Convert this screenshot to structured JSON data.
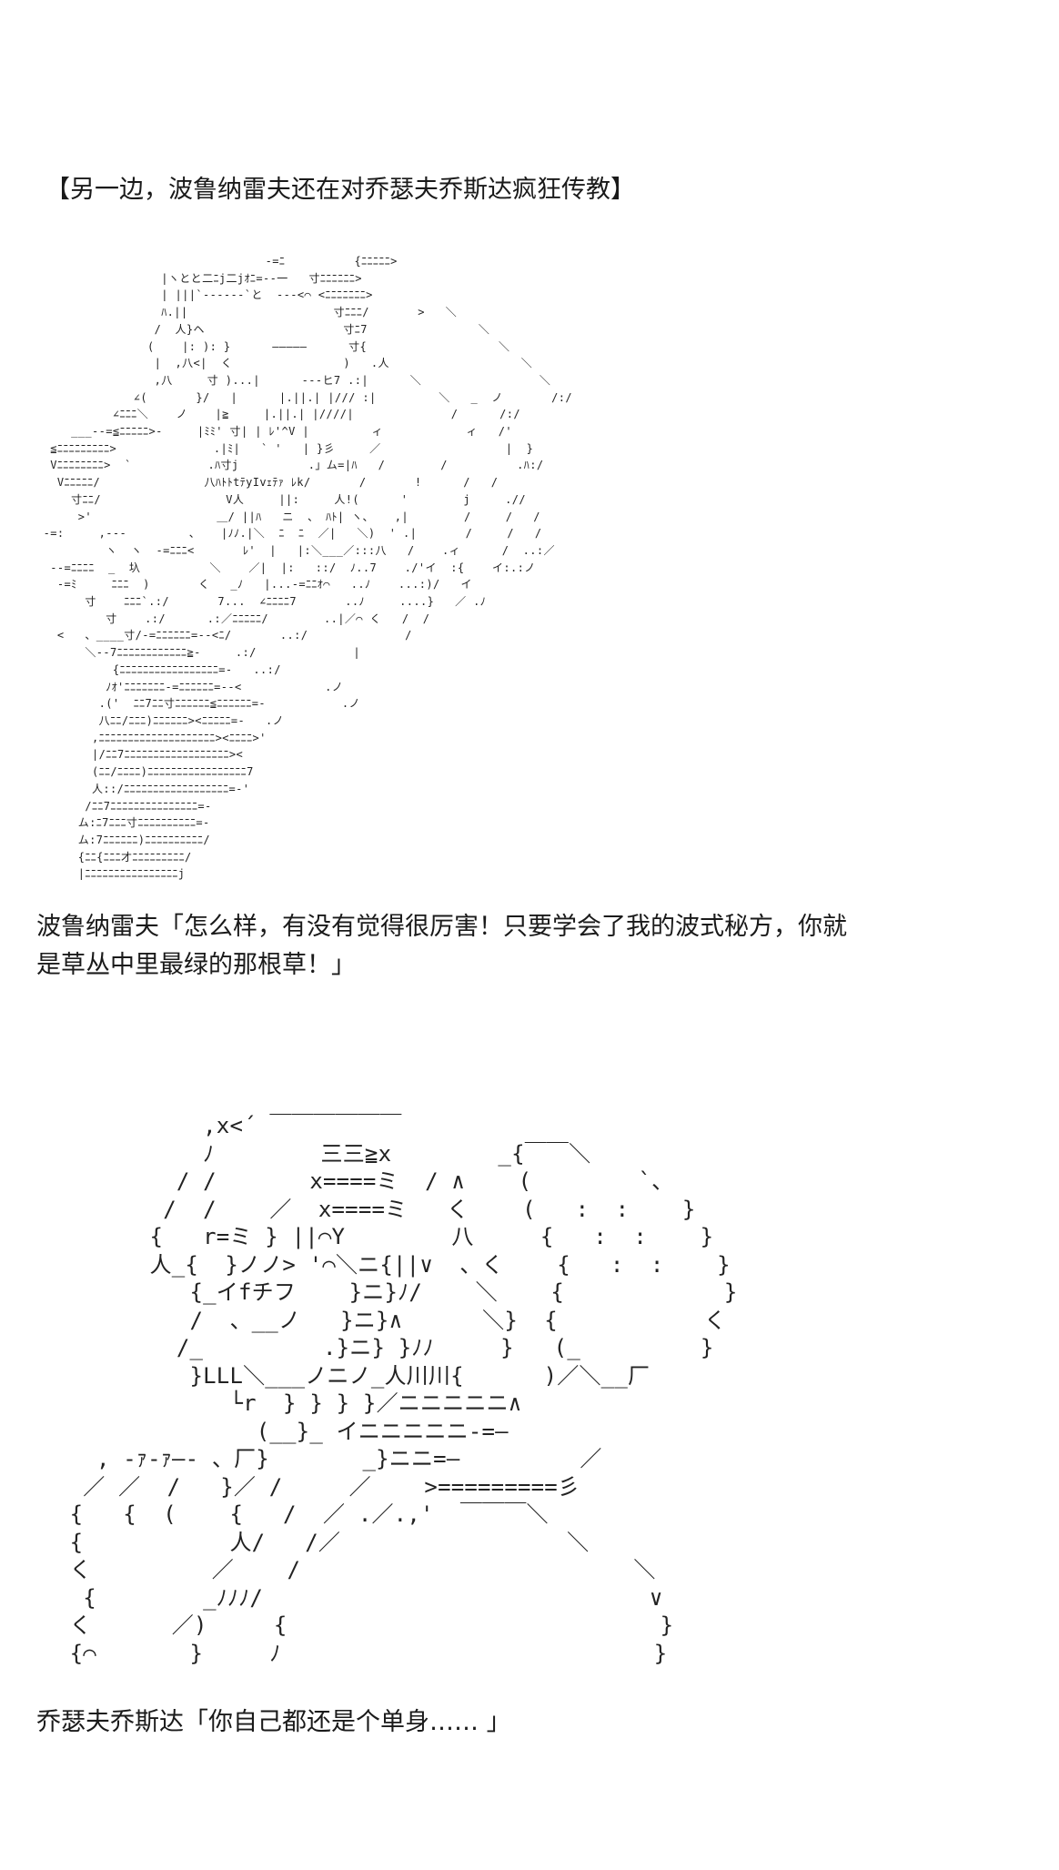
{
  "captions": {
    "narration": "【另一边，波鲁纳雷夫还在对乔瑟夫乔斯达疯狂传教】",
    "polnareff_line": "波鲁纳雷夫「怎么样，有没有觉得很厉害！只要学会了我的波式秘方，你就\n是草丛中里最绿的那根草！」",
    "joseph_line": "乔瑟夫乔斯达「你自己都还是个单身…… 」"
  },
  "ascii_art": {
    "polnareff": "                                 -=ﾆ          {ﾆﾆﾆﾆﾆ>\n                  |ヽとと二ﾆj二jｵﾆ=--一   寸ﾆﾆﾆﾆﾆﾆ>\n                  | |||`‐‐‐‐‐‐`と  ‐‐‐<⌒ <ﾆﾆﾆﾆﾆﾆﾆ>\n                  ﾊ.||                     寸ﾆﾆﾆ/       >   ＼\n                 /  人}ヘ                    寸ﾆ7                ＼\n                (    |: ): }      ―――――      寸{                   ＼\n                 |  ,八<|  く                )   .人                   ＼\n                 ,八     寸 )...|      ‐‐‐ヒ7 .:|      ＼                 ＼\n              ∠(       }/   |      |.||.| |/// :|         ＼   _  ノ       /:/\n           ∠ﾆﾆﾆ＼    ノ    |≧     |.||.| |////|              /      /:/\n     ___--=≦ﾆﾆﾆﾆﾆ>‐     |ﾐﾐ' 寸| | ﾚ'^V |         ィ            ィ   /'\n  ≦ﾆﾆﾆﾆﾆﾆﾆﾆﾆ>              .|ﾐ|   ` '   | }彡     ／                  |  }\n  Vﾆﾆﾆﾆﾆﾆﾆﾆ>  `           .ﾊ寸j          .」ム=|ﾊ   /        /          .ﾊ:/\n   Vﾆﾆﾆﾆﾆ/               八ﾊﾄﾄtﾃyIvｪﾃｧ ﾚk/       /       !      /   /\n     寸ﾆﾆ/                  V人     ||:     人!(      '        j     .//\n      >'                  ＿/ ||ﾊ   ニ  、 ﾊﾄ| ヽ、   ,|        /     /   /\n -=:     ,---         、   |ﾉﾉ.|＼  ﾆ  ﾆ  ／|   ＼)  ' .|       /     /   /\n          ヽ  ヽ  -=ﾆﾆﾆ<       ﾚ'  |   |:＼___／:::八   /    .ィ      /  ..:／\n  --=ﾆﾆﾆﾆ  _  圦          ＼    ／|  |:   ::/  ﾉ..7    ./'イ  :{    イ:.:ノ\n   -=ﾐ     ﾆﾆﾆ  )       く   _ﾉ   |...-=ﾆﾆｵ⌒   ..ﾉ    ...:)/   イ\n       寸    ﾆﾆﾆ`.:/       7...  ∠ﾆﾆﾆﾆ7       ..ﾉ     ....}   ／ .ﾉ\n          寸    .:/      .:／ﾆﾆﾆﾆﾆ/        ..|／⌒ く   /  /\n   <   、____寸/-=ﾆﾆﾆﾆﾆﾆ=--<ﾆ/       ..:/              /\n       ＼‐‐7ﾆﾆﾆﾆﾆﾆﾆﾆﾆﾆﾆﾆ≧-     .:/              |\n           {ﾆﾆﾆﾆﾆﾆﾆﾆﾆﾆﾆﾆﾆﾆﾆﾆﾆ=-   ..:/\n          ﾉｵ'ﾆﾆﾆﾆﾆﾆﾆ-=ﾆﾆﾆﾆﾆﾆ=--<            .ノ\n         .('  ﾆﾆ7ﾆﾆ寸ﾆﾆﾆﾆﾆﾆ≦ﾆﾆﾆﾆﾆﾆ=-           .ノ\n         八ﾆﾆ/ﾆﾆﾆ)ﾆﾆﾆﾆﾆﾆ><ﾆﾆﾆﾆﾆ=-   .ノ\n        ,ﾆﾆﾆﾆﾆﾆﾆﾆﾆﾆﾆﾆﾆﾆﾆﾆﾆﾆﾆﾆ><ﾆﾆﾆﾆ>'\n        |/ﾆﾆ7ﾆﾆﾆﾆﾆﾆﾆﾆﾆﾆﾆﾆﾆﾆﾆﾆﾆﾆ><\n        (ﾆﾆ/ﾆﾆﾆﾆ)ﾆﾆﾆﾆﾆﾆﾆﾆﾆﾆﾆﾆﾆﾆﾆﾆﾆ7\n        人::/ﾆﾆﾆﾆﾆﾆﾆﾆﾆﾆﾆﾆﾆﾆﾆﾆﾆﾆ=-'\n       /ﾆﾆ7ﾆﾆﾆﾆﾆﾆﾆﾆﾆﾆﾆﾆﾆﾆﾆ=-\n      ム:ﾆ7ﾆﾆﾆ寸ﾆﾆﾆﾆﾆﾆﾆﾆﾆﾆ=-\n      ム:7ﾆﾆﾆﾆﾆﾆ)ﾆﾆﾆﾆﾆﾆﾆﾆﾆﾆ/\n      {ﾆﾆ{ﾆﾆﾆ才ﾆﾆﾆﾆﾆﾆﾆﾆﾆ/\n      |ﾆﾆﾆﾆﾆﾆﾆﾆﾆﾆﾆﾆﾆﾆﾆﾆj",
    "joseph": "           ,x<´ ￣￣￣￣￣￣\n           ﾉ        三三≧x        _{￣￣＼\n         / /       x====ミ  / ∧    (        `、\n        /  /    ／  x====ミ   く    (   :  :    }\n       {   r=ミ } ||⌒Y        八     {   :  :    }\n       人_{  }ノノ> '⌒＼ニ{||∨  、く    {   :  :    }\n          {_イfチフ    }ニ}ﾉ/    ＼    {            }\n          /  、__ノ   }ニ}∧      ＼}  {           く\n         /_         .}ニ} }ﾉﾉ     }   (_         }\n          }LLL＼___ノニノ_人川川{      )／＼__厂\n             └r  } } } }／ニニニニニ∧\n               (__}_ イニニニニニ-=―\n   , -ｧ-ｧ―- 、厂}       _}ニニ=―         ／\n  ／ ／  /   }／ /     ／    >=========彡\n {   {  (    {   /  ／ .／.,'  ￣￣￣＼\n {           人/   /／                 ＼\n く         ／    /                         ＼\n  {        _ﾉﾉﾉ/                             ∨\n く      ／)     {                            }\n {⌒       }     ﾉ                            }"
  }
}
